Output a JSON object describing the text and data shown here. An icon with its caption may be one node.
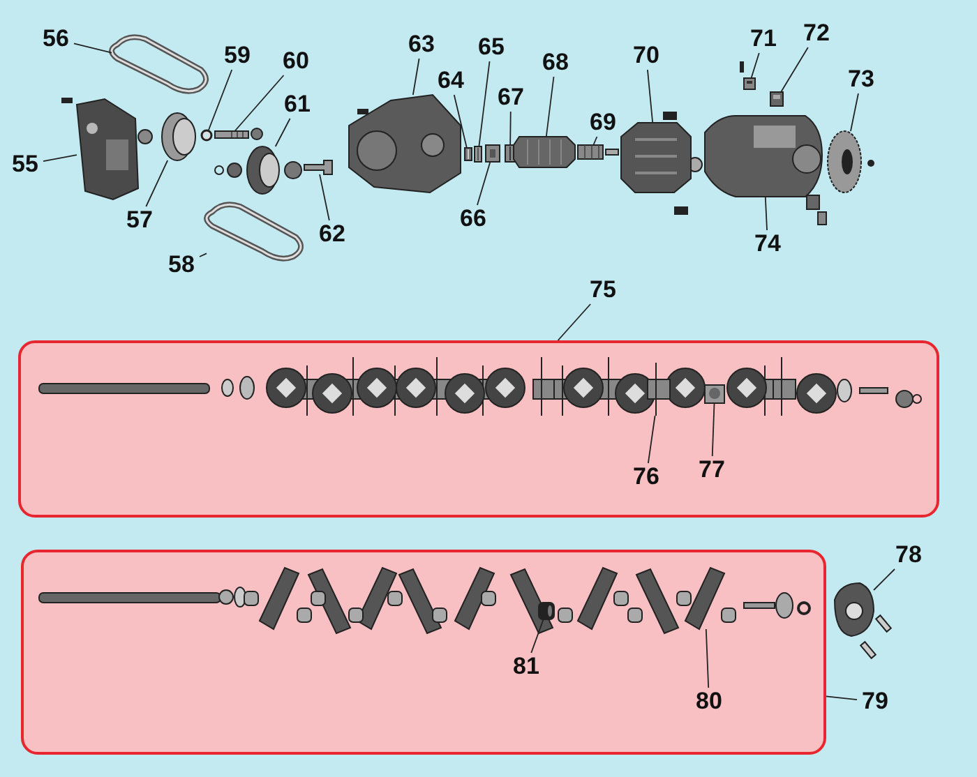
{
  "diagram": {
    "nodes": [
      {
        "text": [
          "56"
        ]
      },
      {
        "text": [
          "59"
        ]
      },
      {
        "text": [
          "60"
        ]
      },
      {
        "text": [
          "63"
        ]
      },
      {
        "text": [
          "65"
        ]
      },
      {
        "text": [
          "71"
        ]
      },
      {
        "text": [
          "72"
        ]
      },
      {
        "text": [
          "73"
        ]
      },
      {
        "text": [
          "64"
        ]
      },
      {
        "text": [
          "68"
        ]
      },
      {
        "text": [
          "70"
        ]
      },
      {
        "text": [
          "61"
        ]
      },
      {
        "text": [
          "67"
        ]
      },
      {
        "text": [
          "55"
        ]
      },
      {
        "text": [
          "69"
        ]
      },
      {
        "text": [
          "57"
        ]
      },
      {
        "text": [
          "62"
        ]
      },
      {
        "text": [
          "66"
        ]
      },
      {
        "text": [
          "74"
        ]
      },
      {
        "text": [
          "58"
        ]
      },
      {
        "text": [
          "75"
        ]
      },
      {
        "text": [],
        "shape": "box"
      },
      {
        "text": [
          "76"
        ],
        "in": 21
      },
      {
        "text": [
          "77"
        ],
        "in": 21
      },
      {
        "text": [],
        "shape": "box"
      },
      {
        "text": [
          "78"
        ]
      },
      {
        "text": [
          "81"
        ],
        "in": 24
      },
      {
        "text": [
          "80"
        ],
        "in": 24
      },
      {
        "text": [
          "79"
        ]
      },
      {
        "text": [],
        "shape": "picture"
      },
      {
        "text": [],
        "shape": "picture"
      },
      {
        "text": [],
        "shape": "picture"
      },
      {
        "text": [],
        "shape": "picture"
      },
      {
        "text": [],
        "shape": "picture"
      },
      {
        "text": [],
        "shape": "picture"
      },
      {
        "text": [],
        "shape": "picture"
      },
      {
        "text": [],
        "shape": "picture"
      },
      {
        "text": [],
        "shape": "picture"
      },
      {
        "text": [],
        "shape": "picture"
      },
      {
        "text": [],
        "shape": "picture"
      },
      {
        "text": [],
        "shape": "picture"
      },
      {
        "text": [],
        "shape": "picture"
      },
      {
        "text": [],
        "shape": "picture"
      },
      {
        "text": [],
        "shape": "picture"
      },
      {
        "text": [],
        "shape": "picture"
      },
      {
        "text": [],
        "shape": "picture"
      },
      {
        "text": [],
        "shape": "picture"
      },
      {
        "text": [],
        "shape": "picture"
      },
      {
        "text": [],
        "shape": "picture"
      },
      {
        "text": [],
        "shape": "picture",
        "in": 21
      },
      {
        "text": [],
        "shape": "picture",
        "in": 21
      },
      {
        "text": [],
        "shape": "picture",
        "in": 24
      },
      {
        "text": [],
        "shape": "picture",
        "in": 24
      },
      {
        "text": [],
        "shape": "picture"
      }
    ],
    "edges": [
      {
        "from": 0,
        "to": 30,
        "arrow": "none"
      },
      {
        "from": 1,
        "to": 32,
        "arrow": "none"
      },
      {
        "from": 2,
        "to": 34,
        "arrow": "none"
      },
      {
        "from": 3,
        "to": 37,
        "arrow": "none"
      },
      {
        "from": 4,
        "to": 39,
        "arrow": "none"
      },
      {
        "from": 5,
        "to": 46,
        "arrow": "none"
      },
      {
        "from": 6,
        "to": 47,
        "arrow": "none"
      },
      {
        "from": 7,
        "to": 48,
        "arrow": "none"
      },
      {
        "from": 8,
        "to": 38,
        "arrow": "none"
      },
      {
        "from": 9,
        "to": 42,
        "arrow": "none"
      },
      {
        "from": 10,
        "to": 44,
        "arrow": "none"
      },
      {
        "from": 11,
        "to": 35,
        "arrow": "none"
      },
      {
        "from": 12,
        "to": 41,
        "arrow": "none"
      },
      {
        "from": 13,
        "to": 29,
        "arrow": "none"
      },
      {
        "from": 14,
        "to": 43,
        "arrow": "none"
      },
      {
        "from": 15,
        "to": 31,
        "arrow": "none"
      },
      {
        "from": 16,
        "to": 36,
        "arrow": "none"
      },
      {
        "from": 17,
        "to": 40,
        "arrow": "none"
      },
      {
        "from": 18,
        "to": 45,
        "arrow": "none"
      },
      {
        "from": 19,
        "to": 33,
        "arrow": "none"
      },
      {
        "from": 20,
        "to": 21,
        "arrow": "none"
      },
      {
        "from": 22,
        "to": 49,
        "arrow": "none"
      },
      {
        "from": 23,
        "to": 50,
        "arrow": "none"
      },
      {
        "from": 25,
        "to": 53,
        "arrow": "none"
      },
      {
        "from": 26,
        "to": 51,
        "arrow": "none"
      },
      {
        "from": 27,
        "to": 52,
        "arrow": "none"
      },
      {
        "from": 28,
        "to": 24,
        "arrow": "none"
      }
    ]
  }
}
